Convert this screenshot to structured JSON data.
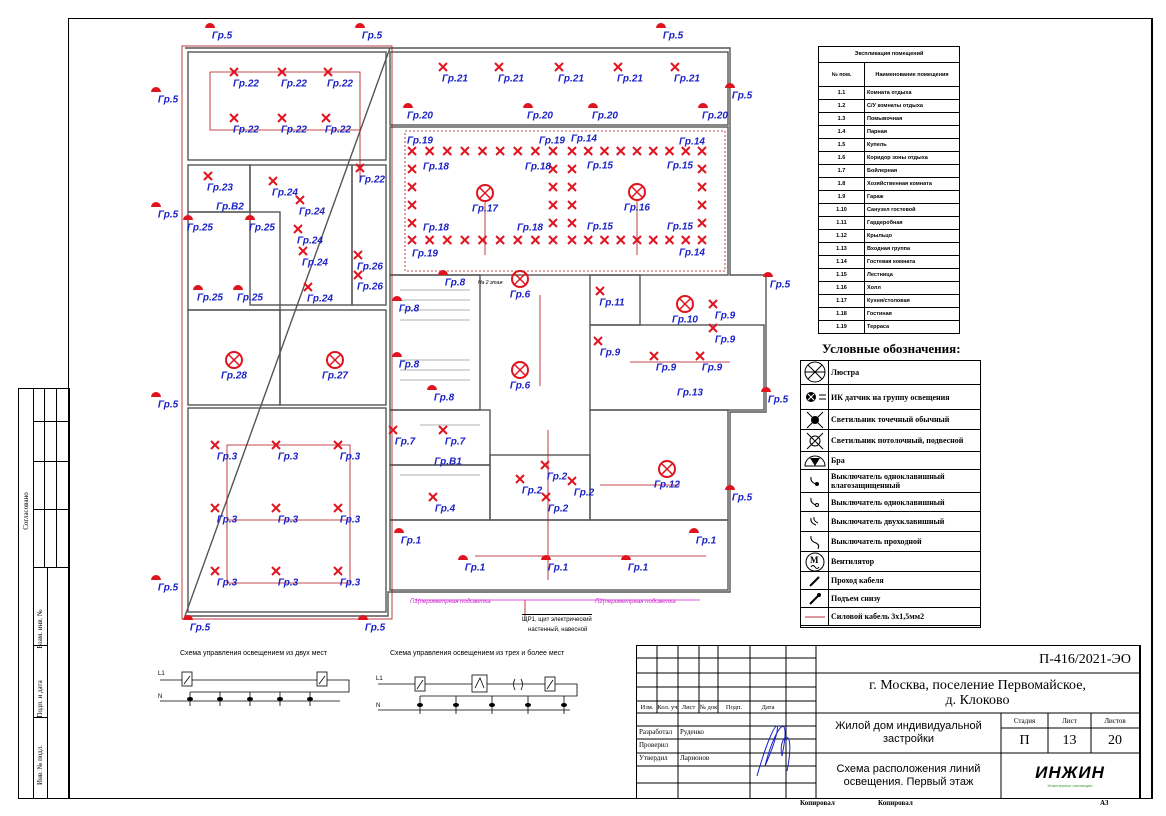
{
  "plan": {
    "groups": [
      "Гр.5",
      "Гр.5",
      "Гр.5",
      "Гр.5",
      "Гр.5",
      "Гр.5",
      "Гр.5",
      "Гр.5",
      "Гр.5",
      "Гр.5",
      "Гр.5",
      "Гр.5",
      "Гр.5",
      "Гр.22",
      "Гр.22",
      "Гр.22",
      "Гр.22",
      "Гр.22",
      "Гр.22",
      "Гр.22",
      "Гр.23",
      "Гр.В2",
      "Гр.24",
      "Гр.24",
      "Гр.24",
      "Гр.24",
      "Гр.24",
      "Гр.25",
      "Гр.25",
      "Гр.25",
      "Гр.25",
      "Гр.26",
      "Гр.26",
      "Гр.21",
      "Гр.21",
      "Гр.21",
      "Гр.21",
      "Гр.21",
      "Гр.20",
      "Гр.20",
      "Гр.20",
      "Гр.20",
      "Гр.19",
      "Гр.19",
      "Гр.19",
      "Гр.14",
      "Гр.14",
      "Гр.14",
      "Гр.18",
      "Гр.18",
      "Гр.18",
      "Гр.18",
      "Гр.15",
      "Гр.15",
      "Гр.15",
      "Гр.15",
      "Гр.17",
      "Гр.16",
      "Гр.8",
      "Гр.8",
      "Гр.8",
      "Гр.8",
      "Гр.6",
      "Гр.6",
      "Гр.11",
      "Гр.10",
      "Гр.9",
      "Гр.9",
      "Гр.9",
      "Гр.9",
      "Гр.9",
      "Гр.13",
      "Гр.28",
      "Гр.27",
      "Гр.3",
      "Гр.3",
      "Гр.3",
      "Гр.3",
      "Гр.3",
      "Гр.3",
      "Гр.3",
      "Гр.3",
      "Гр.3",
      "Гр.7",
      "Гр.7",
      "Гр.В1",
      "Гр.4",
      "Гр.2",
      "Гр.2",
      "Гр.2",
      "Гр.2",
      "Гр.12",
      "Гр.1",
      "Гр.1",
      "Гр.1",
      "Гр.1",
      "Гр.1"
    ],
    "stairs_note": "На 2 этаж",
    "perimeter_1": "П1(периметрная подсветка",
    "perimeter_2": "П2(периметрная подсветка",
    "panel_note_1": "ЩР1, щит электрический",
    "panel_note_2": "настенный, навесной"
  },
  "rooms_table": {
    "title": "Экспликация помещений",
    "col_num": "№ пом.",
    "col_name": "Наименование помещения",
    "rows": [
      [
        "1.1",
        "Комната отдыха"
      ],
      [
        "1.2",
        "С/У комнаты отдыха"
      ],
      [
        "1.3",
        "Помывочная"
      ],
      [
        "1.4",
        "Парная"
      ],
      [
        "1.5",
        "Купель"
      ],
      [
        "1.6",
        "Коридор зоны отдыха"
      ],
      [
        "1.7",
        "Бойлерная"
      ],
      [
        "1.8",
        "Хозяйственная комната"
      ],
      [
        "1.9",
        "Гараж"
      ],
      [
        "1.10",
        "Санузел гостевой"
      ],
      [
        "1.11",
        "Гардеробная"
      ],
      [
        "1.12",
        "Крыльцо"
      ],
      [
        "1.13",
        "Входная группа"
      ],
      [
        "1.14",
        "Гостевая комната"
      ],
      [
        "1.15",
        "Лестница"
      ],
      [
        "1.16",
        "Холл"
      ],
      [
        "1.17",
        "Кухня/столовая"
      ],
      [
        "1.18",
        "Гостиная"
      ],
      [
        "1.19",
        "Терраса"
      ]
    ]
  },
  "legend": {
    "title": "Условные обозначения:",
    "items": [
      {
        "icon": "chandelier-icon",
        "label": "Люстра"
      },
      {
        "icon": "ir-sensor-icon",
        "label": "ИК датчик на группу освещения"
      },
      {
        "icon": "spot-light-icon",
        "label": "Светильник точечный обычный"
      },
      {
        "icon": "ceiling-light-icon",
        "label": "Светильник потолочный, подвесной"
      },
      {
        "icon": "wall-sconce-icon",
        "label": "Бра"
      },
      {
        "icon": "switch-waterproof-icon",
        "label": "Выключатель одноклавишный влагозащищенный"
      },
      {
        "icon": "switch-single-icon",
        "label": "Выключатель одноклавишный"
      },
      {
        "icon": "switch-double-icon",
        "label": "Выключатель двухклавишный"
      },
      {
        "icon": "switch-pass-icon",
        "label": "Выключатель проходной"
      },
      {
        "icon": "fan-icon",
        "label": "Вентилятор"
      },
      {
        "icon": "cable-up-icon",
        "label": "Проход кабеля"
      },
      {
        "icon": "cable-rise-icon",
        "label": "Подъем снизу"
      },
      {
        "icon": "power-cable-icon",
        "label": "Силовой кабель 3х1,5мм2"
      }
    ]
  },
  "schemes": {
    "two_places": "Схема управления освещением из двух мест",
    "three_places": "Схема управления освещением из трех и более мест",
    "l1": "L1",
    "n": "N"
  },
  "side_stamp": {
    "agreed": "Согласовано",
    "replace": "Взам. инв. №",
    "sign_date": "Подп. и дата",
    "inv": "Инв. № подл."
  },
  "title_block": {
    "code": "П-416/2021-ЭО",
    "address_1": "г. Москва, поселение Первомайское,",
    "address_2": "д. Клоково",
    "object_1": "Жилой дом индивидуальной",
    "object_2": "застройки",
    "sheet_title_1": "Схема расположения линий",
    "sheet_title_2": "освещения. Первый этаж",
    "headers": [
      "Изм.",
      "Кол. уч",
      "Лист",
      "№ док",
      "Подп.",
      "Дата"
    ],
    "stage_label": "Стадия",
    "sheet_label": "Лист",
    "sheets_label": "Листов",
    "stage": "П",
    "sheet": "13",
    "sheets": "20",
    "developed_label": "Разработал",
    "developed_by": "Руденко",
    "checked_label": "Проверил",
    "approved_label": "Утвердил",
    "approved_by": "Ларионов",
    "logo": "ИНЖИН",
    "logo_sub": "Инженерные инновации",
    "copied_1": "Копировал",
    "copied_2": "Копировал",
    "format": "А3"
  },
  "colors": {
    "red": "#e0141e",
    "blue": "#1a22c8",
    "magenta": "#d020d0",
    "wall": "#555555"
  }
}
